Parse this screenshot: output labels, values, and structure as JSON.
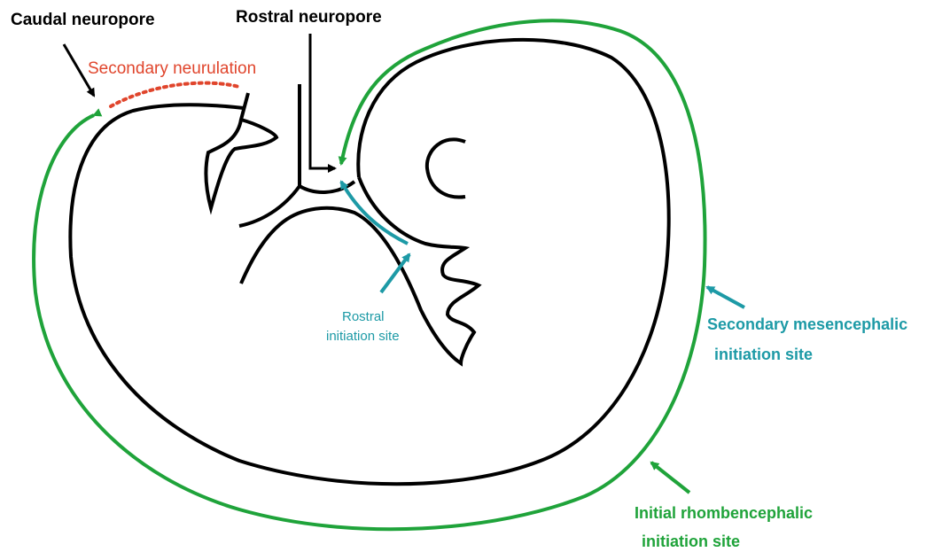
{
  "labels": {
    "caudal_neuropore": "Caudal neuropore",
    "rostral_neuropore": "Rostral neuropore",
    "secondary_neurulation": "Secondary neurulation",
    "rostral_initiation_line1": "Rostral",
    "rostral_initiation_line2": "initiation site",
    "secondary_mes_line1": "Secondary mesencephalic",
    "secondary_mes_line2": "initiation site",
    "initial_rhomb_line1": "Initial rhombencephalic",
    "initial_rhomb_line2": "initiation site"
  },
  "colors": {
    "outline": "#000000",
    "green": "#1fa33a",
    "teal": "#1d9aa6",
    "red": "#e0452c"
  }
}
